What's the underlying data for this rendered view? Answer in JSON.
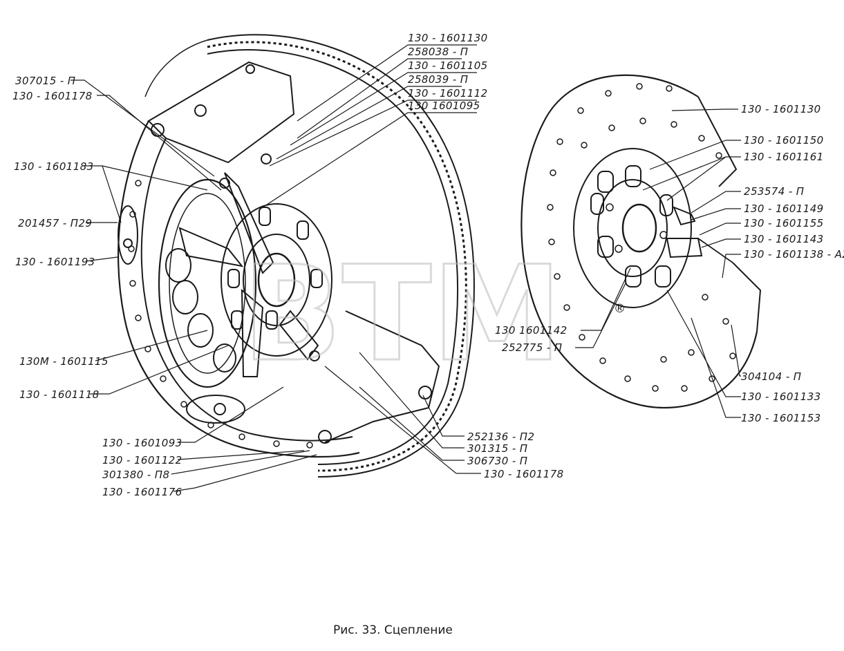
{
  "caption": "Рис. 33. Сцепление",
  "watermark": "BTM",
  "watermark_mark": "®",
  "labels": {
    "l_307015": "307015 - П",
    "l_178_top": "130 - 1601178",
    "l_183": "130 - 1601183",
    "l_201457": "201457 - П29",
    "l_193": "130 - 1601193",
    "l_115": "130М - 1601115",
    "l_118": "130 - 1601118",
    "l_093": "130 - 1601093",
    "l_122": "130 - 1601122",
    "l_301380": "301380 - П8",
    "l_176": "130 - 1601176",
    "l_130_top": "130 - 1601130",
    "l_258038": "258038 - П",
    "l_105": "130 - 1601105",
    "l_258039": "258039 - П",
    "l_112": "130 - 1601112",
    "l_095": "130 1601095",
    "l_252136": "252136 - П2",
    "l_301315": "301315 - П",
    "l_306730": "306730 - П",
    "l_178_bottom": "130 - 1601178",
    "l_130_right": "130 - 1601130",
    "l_150": "130 - 1601150",
    "l_161": "130 - 1601161",
    "l_253574": "253574 - П",
    "l_149": "130 - 1601149",
    "l_155": "130 - 1601155",
    "l_143": "130 - 1601143",
    "l_138": "130 - 1601138 - А2",
    "l_142": "130 1601142",
    "l_252775": "252775 - П",
    "l_304104": "304104 - П",
    "l_133": "130 - 1601133",
    "l_153": "130 - 1601153"
  }
}
